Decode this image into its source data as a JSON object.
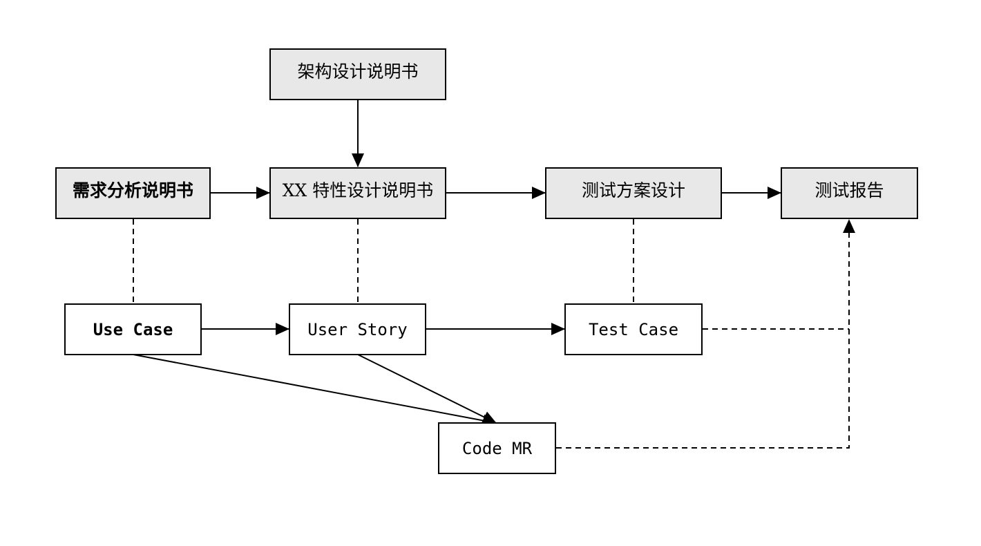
{
  "diagram": {
    "documents": {
      "architecture": "架构设计说明书",
      "requirements": "需求分析说明书",
      "feature_design": "XX 特性设计说明书",
      "test_plan": "测试方案设计",
      "test_report": "测试报告"
    },
    "artifacts": {
      "use_case": "Use Case",
      "user_story": "User Story",
      "test_case": "Test Case",
      "code_mr": "Code MR"
    },
    "colors": {
      "document_fill": "#e8e8e8",
      "artifact_fill": "#ffffff",
      "stroke": "#000000"
    }
  }
}
